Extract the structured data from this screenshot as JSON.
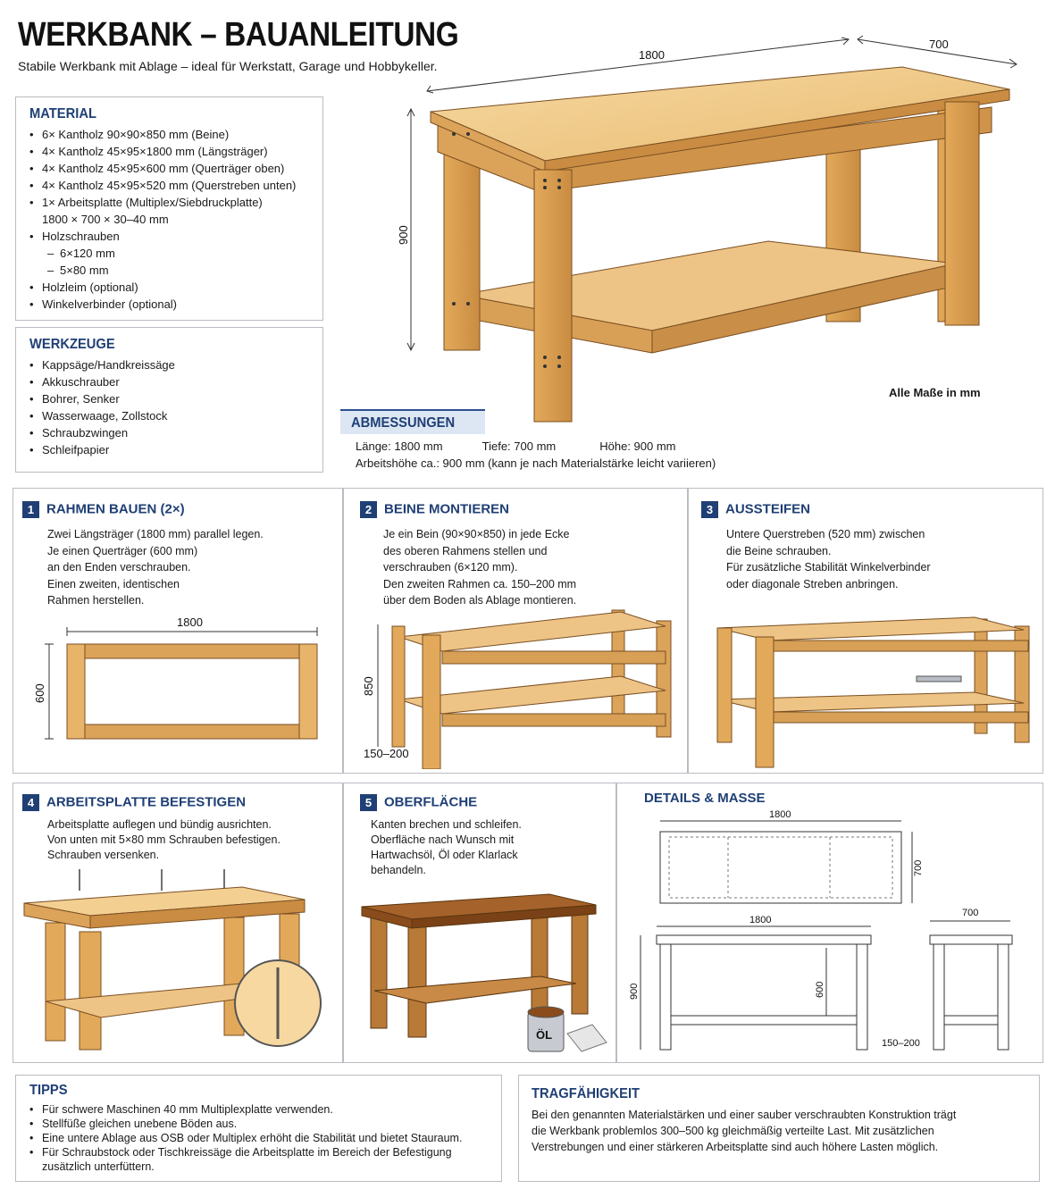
{
  "header": {
    "title": "WERKBANK – BAUANLEITUNG",
    "subtitle": "Stabile Werkbank mit Ablage – ideal für Werkstatt, Garage und Hobbykeller."
  },
  "material": {
    "heading": "MATERIAL",
    "items": [
      "6× Kantholz 90×90×850 mm (Beine)",
      "4× Kantholz 45×95×1800 mm (Längsträger)",
      "4× Kantholz 45×95×600 mm (Querträger oben)",
      "4× Kantholz 45×95×520 mm (Querstreben unten)",
      "1× Arbeitsplatte (Multiplex/Siebdruckplatte)",
      "1800 × 700 × 30–40 mm",
      "Holzschrauben",
      "6×120 mm",
      "5×80 mm",
      "Holzleim (optional)",
      "Winkelverbinder (optional)"
    ]
  },
  "tools": {
    "heading": "WERKZEUGE",
    "items": [
      "Kappsäge/Handkreissäge",
      "Akkuschrauber",
      "Bohrer, Senker",
      "Wasserwaage, Zollstock",
      "Schraubzwingen",
      "Schleifpapier"
    ]
  },
  "hero": {
    "dim_length": "1800",
    "dim_depth": "700",
    "dim_height": "900",
    "note": "Alle Maße in mm"
  },
  "dimensions": {
    "heading": "ABMESSUNGEN",
    "length": "Länge: 1800 mm",
    "depth": "Tiefe: 700 mm",
    "height": "Höhe: 900 mm",
    "work_height": "Arbeitshöhe ca.: 900 mm (kann je nach Materialstärke leicht variieren)"
  },
  "steps": [
    {
      "num": "1",
      "heading": "RAHMEN BAUEN (2×)",
      "lines": [
        "Zwei Längsträger (1800 mm) parallel legen.",
        "Je einen Querträger (600 mm)",
        "an den Enden verschrauben.",
        "Einen zweiten, identischen",
        "Rahmen herstellen."
      ],
      "dim_w": "1800",
      "dim_h": "600"
    },
    {
      "num": "2",
      "heading": "BEINE MONTIEREN",
      "lines": [
        "Je ein Bein (90×90×850) in jede Ecke",
        "des oberen Rahmens stellen und",
        "verschrauben (6×120 mm).",
        "Den zweiten Rahmen ca. 150–200 mm",
        "über dem Boden als Ablage montieren."
      ],
      "dim_h": "850",
      "dim_gap": "150–200"
    },
    {
      "num": "3",
      "heading": "AUSSTEIFEN",
      "lines": [
        "Untere Querstreben (520 mm) zwischen",
        "die Beine schrauben.",
        "Für zusätzliche Stabilität Winkelverbinder",
        "oder diagonale Streben anbringen."
      ]
    },
    {
      "num": "4",
      "heading": "ARBEITSPLATTE BEFESTIGEN",
      "lines": [
        "Arbeitsplatte auflegen und bündig ausrichten.",
        "Von unten mit 5×80 mm Schrauben befestigen.",
        "Schrauben versenken."
      ]
    },
    {
      "num": "5",
      "heading": "OBERFLÄCHE",
      "lines": [
        "Kanten brechen und schleifen.",
        "Oberfläche nach Wunsch mit",
        "Hartwachsöl, Öl oder Klarlack",
        "behandeln."
      ],
      "can_label": "ÖL"
    }
  ],
  "details": {
    "heading": "DETAILS & MASSE",
    "top_w": "1800",
    "top_d": "700",
    "front_w": "1800",
    "front_h": "900",
    "front_inner": "600",
    "front_gap": "150–200",
    "side_w": "700"
  },
  "tips": {
    "heading": "TIPPS",
    "items": [
      "Für schwere Maschinen 40 mm Multiplexplatte verwenden.",
      "Stellfüße gleichen unebene Böden aus.",
      "Eine untere Ablage aus OSB oder Multiplex erhöht die Stabilität und bietet Stauraum.",
      "Für Schraubstock oder Tischkreissäge die Arbeitsplatte im Bereich der Befestigung zusätzlich unterfüttern."
    ]
  },
  "load": {
    "heading": "TRAGFÄHIGKEIT",
    "text": "Bei den genannten Materialstärken und einer sauber verschraubten Konstruktion trägt die Werkbank problemlos 300–500 kg gleichmäßig verteilte Last. Mit zusätzlichen Verstrebungen und einer stärkeren Arbeitsplatte sind auch höhere Lasten möglich."
  },
  "colors": {
    "accent": "#1f3f75",
    "wood_light": "#f0c98a",
    "wood_mid": "#dca35a",
    "wood_dark": "#b87a36",
    "oiled": "#9a5a28"
  }
}
